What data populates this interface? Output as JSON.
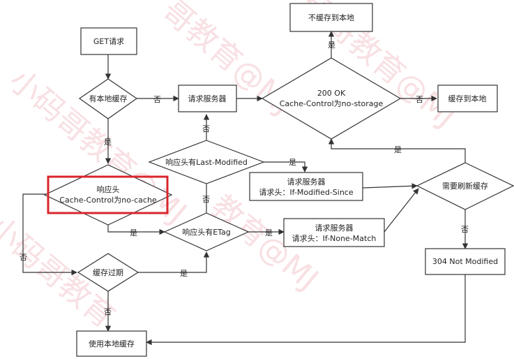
{
  "watermark": {
    "lines": [
      "小码哥教育@MJ",
      "哥教育@MJ",
      "码哥教育@MJ",
      "小码哥教育",
      "教育@MJ"
    ]
  },
  "nodes": {
    "get": "GET请求",
    "has_cache": "有本地缓存",
    "req_server": "请求服务器",
    "ok200_line1": "200 OK",
    "ok200_line2": "Cache-Control为no-storage",
    "no_store": "不缓存到本地",
    "store": "缓存到本地",
    "resp_last_mod": "响应头有Last-Modified",
    "req_ims_line1": "请求服务器",
    "req_ims_line2": "请求头：If-Modified-Since",
    "need_refresh": "需要刷新缓存",
    "no_cache_line1": "响应头",
    "no_cache_line2": "Cache-Control为no-cache",
    "resp_etag": "响应头有ETag",
    "req_inm_line1": "请求服务器",
    "req_inm_line2": "请求头：If-None-Match",
    "expired": "缓存过期",
    "not_modified": "304 Not Modified",
    "use_cache": "使用本地缓存"
  },
  "edges": {
    "yes": "是",
    "no": "否"
  },
  "highlight_color": "#d9262c"
}
